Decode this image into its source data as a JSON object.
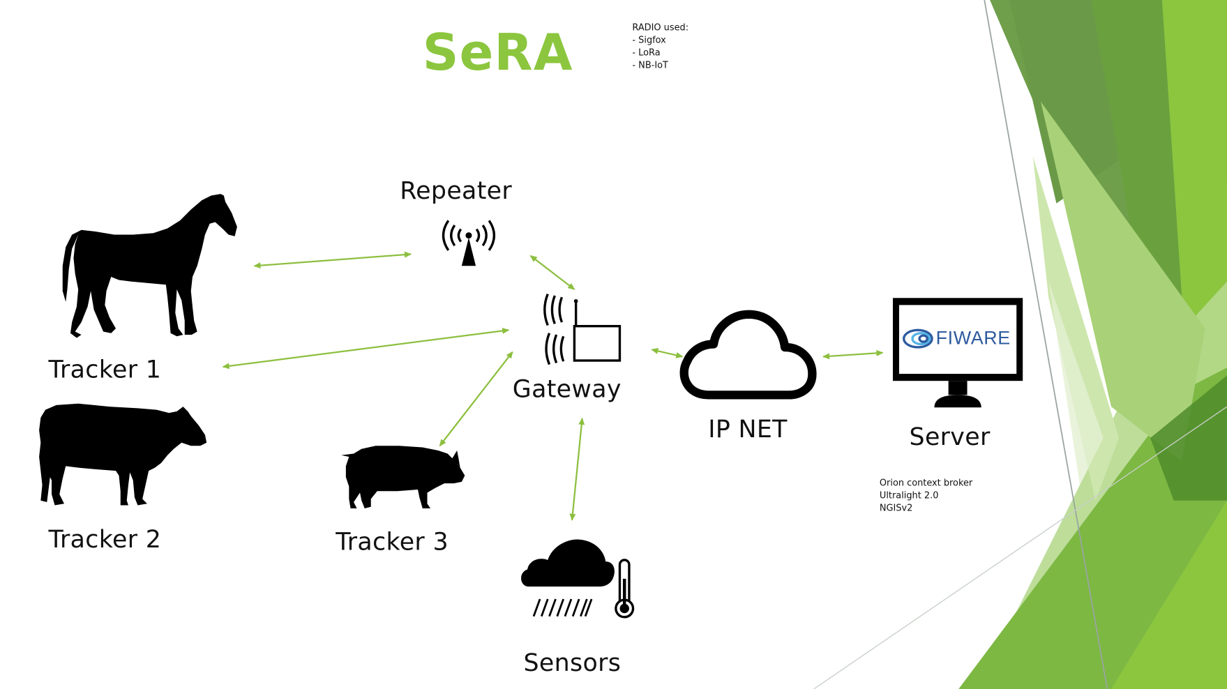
{
  "slide": {
    "title": "SeRA",
    "accent_color": "#8cc63f",
    "arrow_color": "#8cbf3f",
    "radio_note": {
      "heading": "RADIO used:",
      "items": [
        "- Sigfox",
        "- LoRa",
        "- NB-IoT"
      ]
    },
    "server_note": {
      "lines": [
        "Orion context broker",
        "Ultralight 2.0",
        "NGISv2"
      ]
    },
    "nodes": {
      "tracker1": {
        "label": "Tracker 1",
        "icon": "horse-icon"
      },
      "tracker2": {
        "label": "Tracker 2",
        "icon": "cow-icon"
      },
      "tracker3": {
        "label": "Tracker 3",
        "icon": "pig-icon"
      },
      "repeater": {
        "label": "Repeater",
        "icon": "antenna-icon"
      },
      "gateway": {
        "label": "Gateway",
        "icon": "gateway-router-icon"
      },
      "ipnet": {
        "label": "IP NET",
        "icon": "cloud-icon"
      },
      "server": {
        "label": "Server",
        "icon": "monitor-icon",
        "screen_logo": "FIWARE"
      },
      "sensors": {
        "label": "Sensors",
        "icon": "rain-thermometer-icon"
      }
    },
    "connections": [
      {
        "from": "tracker1",
        "to": "repeater",
        "bidirectional": true
      },
      {
        "from": "repeater",
        "to": "gateway",
        "bidirectional": true
      },
      {
        "from": "tracker1",
        "to": "gateway",
        "bidirectional": true
      },
      {
        "from": "tracker3",
        "to": "gateway",
        "bidirectional": true
      },
      {
        "from": "gateway",
        "to": "sensors",
        "bidirectional": true
      },
      {
        "from": "gateway",
        "to": "ipnet",
        "bidirectional": true
      },
      {
        "from": "ipnet",
        "to": "server",
        "bidirectional": true
      }
    ]
  }
}
